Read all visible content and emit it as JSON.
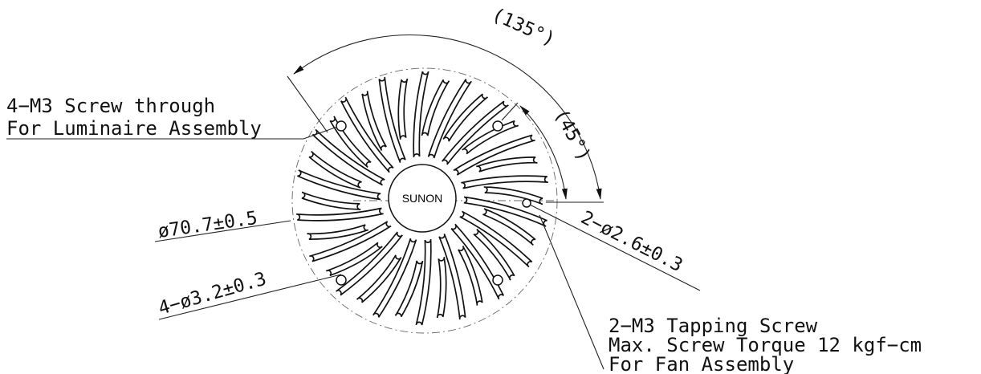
{
  "angles": {
    "outer": "(135°)",
    "inner": "(45°)"
  },
  "center_mark": "SUNON",
  "labels": {
    "luminaire_line1": "4−M3 Screw through",
    "luminaire_line2": "For Luminaire Assembly",
    "diameter": "ø70.7±0.5",
    "holes_left": "4−ø3.2±0.3",
    "holes_right": "2−ø2.6±0.3",
    "fan_line1": "2−M3 Tapping Screw",
    "fan_line2": "Max. Screw Torque 12 kgf−cm",
    "fan_line3": "For Fan Assembly"
  },
  "colors": {
    "ink": "#111111",
    "paper": "#ffffff"
  }
}
